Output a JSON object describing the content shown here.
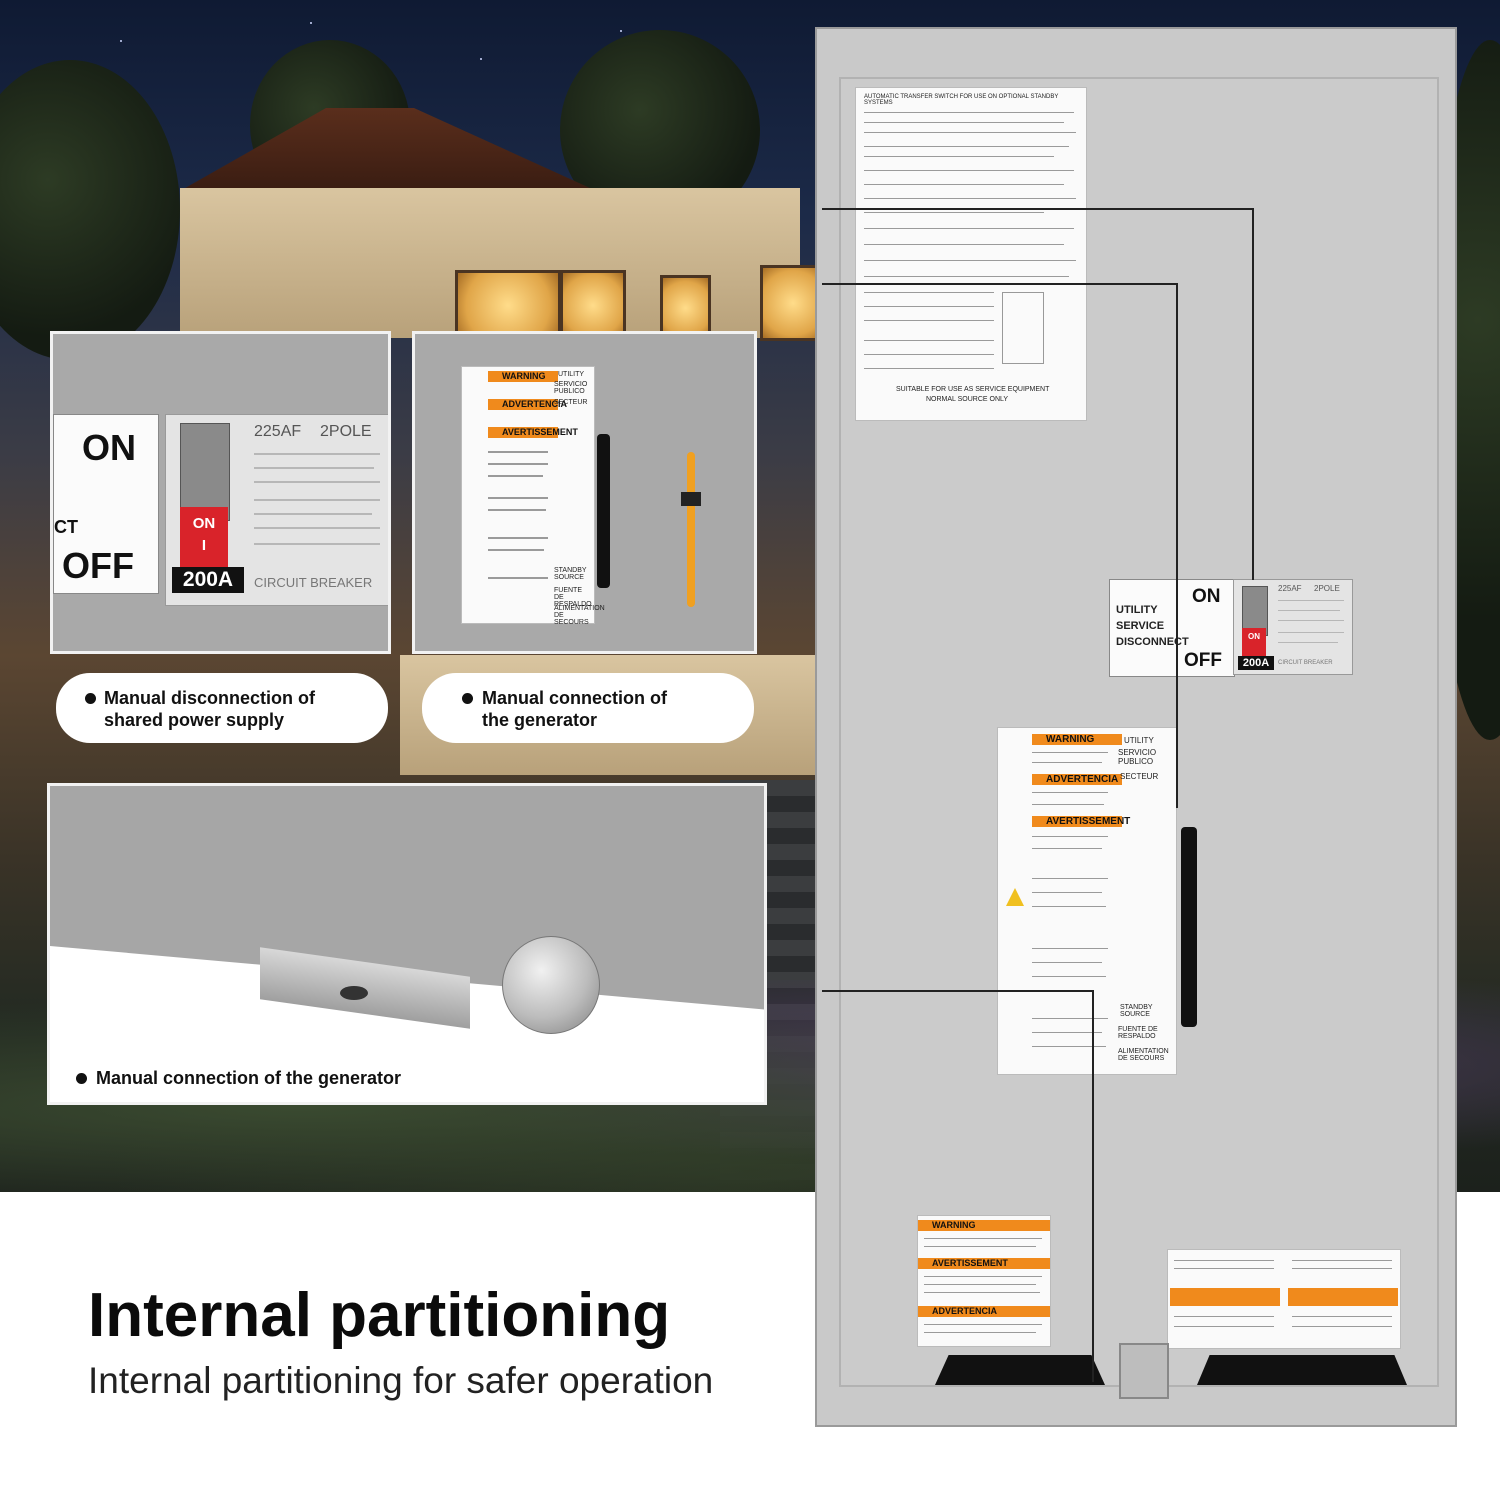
{
  "panel_breaker": {
    "on_label": "ON",
    "off_label": "OFF",
    "cut_text": "CT",
    "handle_on": "ON",
    "handle_mark": "I",
    "amp_rating": "200A",
    "frame": "225AF",
    "poles": "2POLE",
    "breaker_title": "CIRCUIT BREAKER"
  },
  "panel_labels": {
    "warning": "WARNING",
    "advertencia": "ADVERTENCIA",
    "avertissement": "AVERTISSEMENT",
    "utility": "UTILITY",
    "servicio": "SERVICIO PUBLICO",
    "secteur": "SECTEUR",
    "standby": "STANDBY SOURCE",
    "respaldo": "FUENTE DE RESPALDO",
    "secours": "ALIMENTATION DE SECOURS"
  },
  "captions": {
    "c1": [
      "Manual disconnection of",
      "shared power supply"
    ],
    "c2": [
      "Manual connection of",
      "the generator"
    ],
    "c3": "Manual connection of the generator"
  },
  "cabinet": {
    "utility_service": [
      "UTILITY",
      "SERVICE",
      "DISCONNECT"
    ],
    "on": "ON",
    "off": "OFF",
    "amp": "200A",
    "handle_on": "ON",
    "frame": "225AF",
    "poles": "2POLE",
    "breaker_title": "CIRCUIT BREAKER",
    "top_label_title": "AUTOMATIC TRANSFER SWITCH FOR USE ON OPTIONAL STANDBY SYSTEMS",
    "service_equipment": "SUITABLE FOR USE AS SERVICE EQUIPMENT",
    "normal_source": "NORMAL SOURCE ONLY",
    "warn_bottom": [
      "WARNING",
      "AVERTISSEMENT",
      "ADVERTENCIA"
    ]
  },
  "headline": "Internal partitioning",
  "subheadline": "Internal partitioning for safer operation",
  "colors": {
    "warning_orange": "#f08a1c",
    "breaker_red": "#d9232a",
    "cabinet_gray": "#c9c9c9"
  }
}
